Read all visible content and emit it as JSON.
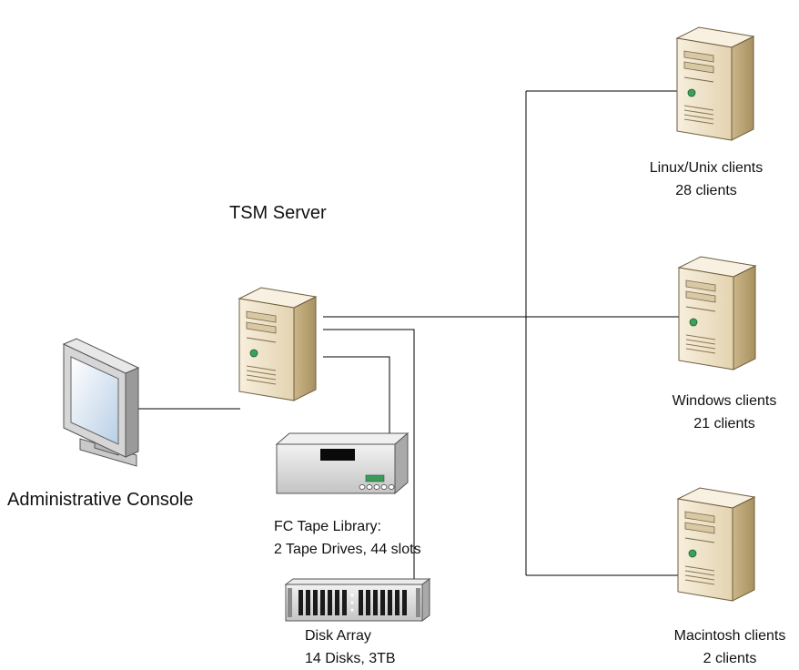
{
  "tsm_server": {
    "label": "TSM Server"
  },
  "admin_console": {
    "label": "Administrative Console"
  },
  "tape_library": {
    "line1": "FC Tape Library:",
    "line2": "2 Tape Drives, 44 slots"
  },
  "disk_array": {
    "line1": "Disk Array",
    "line2": "14 Disks, 3TB"
  },
  "clients": [
    {
      "name": "Linux/Unix clients",
      "count": "28 clients"
    },
    {
      "name": "Windows clients",
      "count": "21 clients"
    },
    {
      "name": "Macintosh clients",
      "count": "2 clients"
    }
  ],
  "colors": {
    "tower_light": "#f3e9d2",
    "tower_side": "#cdb98f",
    "tower_dark": "#9c8660",
    "led": "#3ca05a",
    "rack_gray": "#d8d8d8",
    "display": "#0a0a0a",
    "display_green": "#3c9a5a",
    "line": "#000000"
  }
}
